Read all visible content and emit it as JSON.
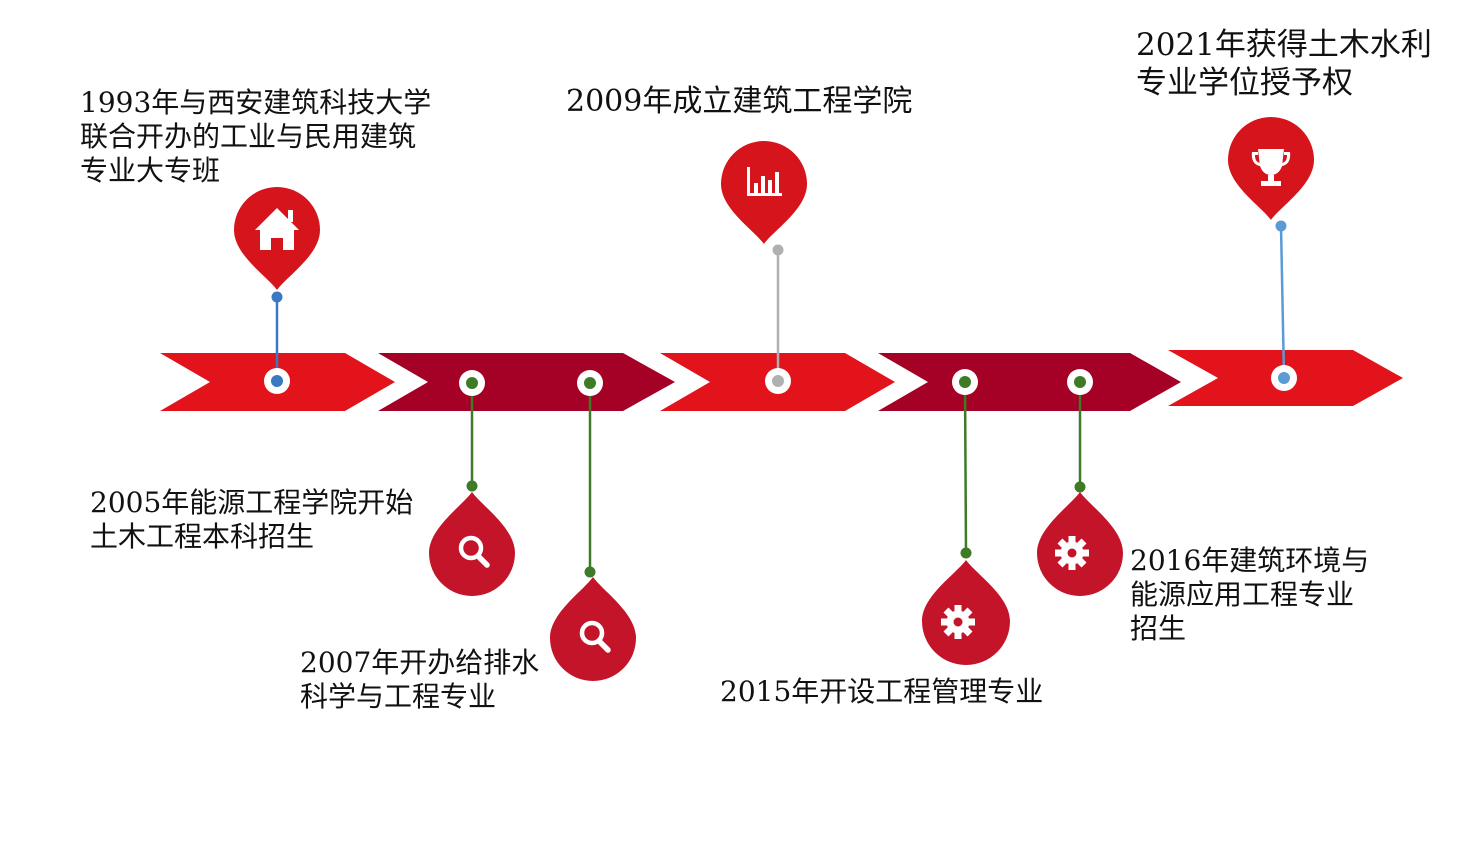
{
  "colors": {
    "arrow_red": "#e2131b",
    "arrow_crimson": "#a50026",
    "pin_red": "#d6141c",
    "pin_crimson": "#c4142a",
    "stem_blue": "#3a78c4",
    "stem_grey": "#b0b0b0",
    "stem_lightblue": "#5b9bd5",
    "stem_green": "#3e7b27",
    "background": "#ffffff"
  },
  "milestones": [
    {
      "id": "1993",
      "lines": [
        "1993年与西安建筑科技大学",
        "联合开办的工业与民用建筑",
        "专业大专班"
      ],
      "icon": "home-icon",
      "side": "top",
      "stem_color": "stem_blue"
    },
    {
      "id": "2005",
      "lines": [
        "2005年能源工程学院开始",
        "土木工程本科招生"
      ],
      "icon": "search-icon",
      "side": "bottom",
      "stem_color": "stem_green"
    },
    {
      "id": "2007",
      "lines": [
        "2007年开办给排水",
        "科学与工程专业"
      ],
      "icon": "search-icon",
      "side": "bottom",
      "stem_color": "stem_green"
    },
    {
      "id": "2009",
      "lines": [
        "2009年成立建筑工程学院"
      ],
      "icon": "bar-chart-icon",
      "side": "top",
      "stem_color": "stem_grey"
    },
    {
      "id": "2015",
      "lines": [
        "2015年开设工程管理专业"
      ],
      "icon": "gear-icon",
      "side": "bottom",
      "stem_color": "stem_green"
    },
    {
      "id": "2016",
      "lines": [
        "2016年建筑环境与",
        "能源应用工程专业",
        "招生"
      ],
      "icon": "gear-icon",
      "side": "bottom",
      "stem_color": "stem_green"
    },
    {
      "id": "2021",
      "lines": [
        "2021年获得土木水利",
        "专业学位授予权"
      ],
      "icon": "trophy-icon",
      "side": "top",
      "stem_color": "stem_lightblue"
    }
  ]
}
